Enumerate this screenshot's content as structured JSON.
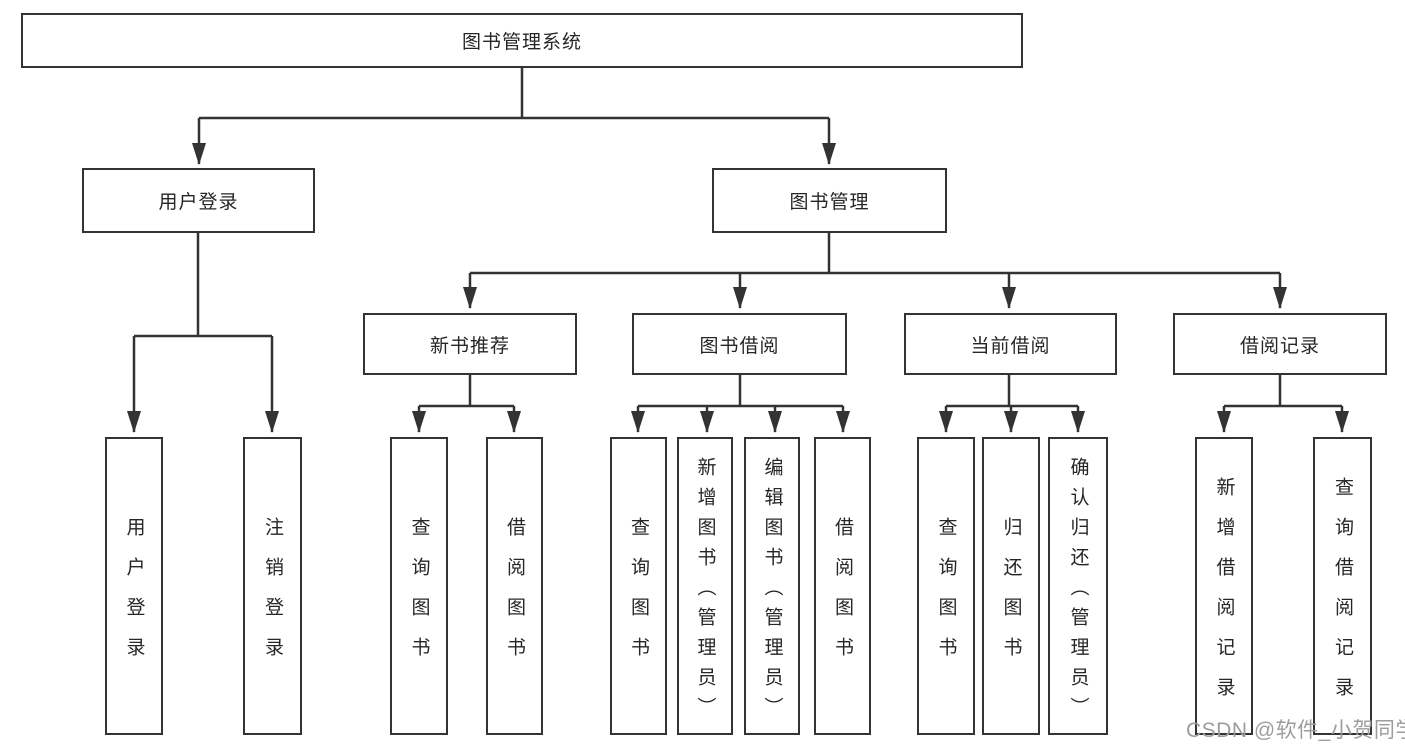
{
  "tree": {
    "label": "图书管理系统",
    "children": [
      {
        "label": "用户登录",
        "children": [
          {
            "label": "用户登录"
          },
          {
            "label": "注销登录"
          }
        ]
      },
      {
        "label": "图书管理",
        "children": [
          {
            "label": "新书推荐",
            "children": [
              {
                "label": "查询图书"
              },
              {
                "label": "借阅图书"
              }
            ]
          },
          {
            "label": "图书借阅",
            "children": [
              {
                "label": "查询图书"
              },
              {
                "label": "新增图书（管理员）"
              },
              {
                "label": "编辑图书（管理员）"
              },
              {
                "label": "借阅图书"
              }
            ]
          },
          {
            "label": "当前借阅",
            "children": [
              {
                "label": "查询图书"
              },
              {
                "label": "归还图书"
              },
              {
                "label": "确认归还（管理员）"
              }
            ]
          },
          {
            "label": "借阅记录",
            "children": [
              {
                "label": "新增借阅记录"
              },
              {
                "label": "查询借阅记录"
              }
            ]
          }
        ]
      }
    ]
  },
  "watermark": "CSDN @软件_小贺同学",
  "colors": {
    "line": "#333333",
    "box_border": "#333333",
    "box_fill": "#ffffff",
    "text": "#262626",
    "watermark": "#9d9d9d"
  }
}
